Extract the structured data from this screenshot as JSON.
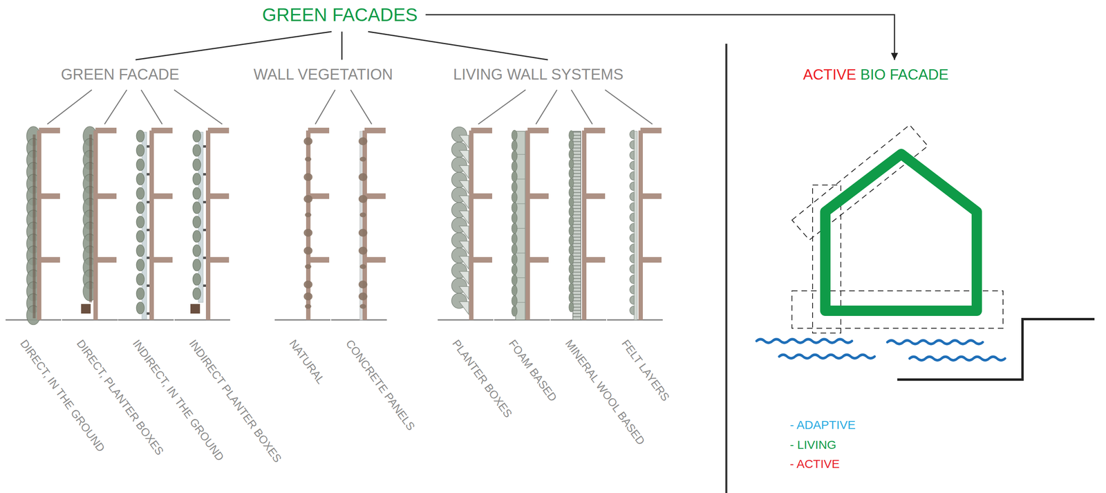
{
  "diagram": {
    "nodes": [
      {
        "text": [
          "GREEN FACADES"
        ]
      },
      {
        "text": [
          "GREEN FACADE"
        ]
      },
      {
        "text": [
          "WALL VEGETATION"
        ]
      },
      {
        "text": [
          "LIVING WALL SYSTEMS"
        ]
      },
      {
        "text": [
          "DIRECT, IN THE GROUND"
        ]
      },
      {
        "text": [
          "DIRECT, PLANTER BOXES"
        ]
      },
      {
        "text": [
          "INDIRECT, IN THE GROUND"
        ]
      },
      {
        "text": [
          "INDIRECT PLANTER BOXES"
        ]
      },
      {
        "text": [
          "NATURAL"
        ]
      },
      {
        "text": [
          "CONCRETE PANELS"
        ]
      },
      {
        "text": [
          "PLANTER BOXES"
        ]
      },
      {
        "text": [
          "FOAM BASED"
        ]
      },
      {
        "text": [
          "MINERAL WOOL BASED"
        ]
      },
      {
        "text": [
          "FELT LAYERS"
        ]
      },
      {
        "text": [
          "ACTIVE",
          "BIO FACADE"
        ]
      }
    ],
    "edges": [
      {
        "from": 0,
        "to": 1,
        "arrow": "none"
      },
      {
        "from": 0,
        "to": 2,
        "arrow": "none"
      },
      {
        "from": 0,
        "to": 3,
        "arrow": "none"
      },
      {
        "from": 1,
        "to": 4,
        "arrow": "none"
      },
      {
        "from": 1,
        "to": 5,
        "arrow": "none"
      },
      {
        "from": 1,
        "to": 6,
        "arrow": "none"
      },
      {
        "from": 1,
        "to": 7,
        "arrow": "none"
      },
      {
        "from": 2,
        "to": 8,
        "arrow": "none"
      },
      {
        "from": 2,
        "to": 9,
        "arrow": "none"
      },
      {
        "from": 3,
        "to": 10,
        "arrow": "none"
      },
      {
        "from": 3,
        "to": 11,
        "arrow": "none"
      },
      {
        "from": 3,
        "to": 12,
        "arrow": "none"
      },
      {
        "from": 3,
        "to": 13,
        "arrow": "none"
      },
      {
        "from": 0,
        "to": 14,
        "arrow": "to"
      }
    ],
    "labels": [
      "- ADAPTIVE",
      "- LIVING",
      "- ACTIVE"
    ]
  }
}
